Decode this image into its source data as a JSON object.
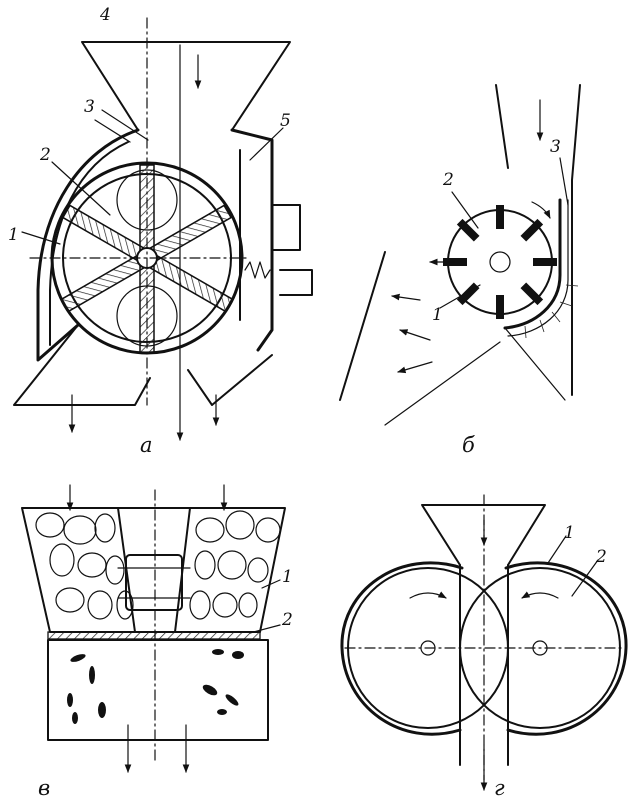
{
  "figures": {
    "a": {
      "caption": "а",
      "labels": [
        "1",
        "2",
        "3",
        "4",
        "5"
      ]
    },
    "b": {
      "caption": "б",
      "labels": [
        "1",
        "2",
        "3"
      ]
    },
    "v": {
      "caption": "в",
      "labels": [
        "1",
        "2"
      ]
    },
    "g": {
      "caption": "г",
      "labels": [
        "1",
        "2"
      ]
    }
  }
}
